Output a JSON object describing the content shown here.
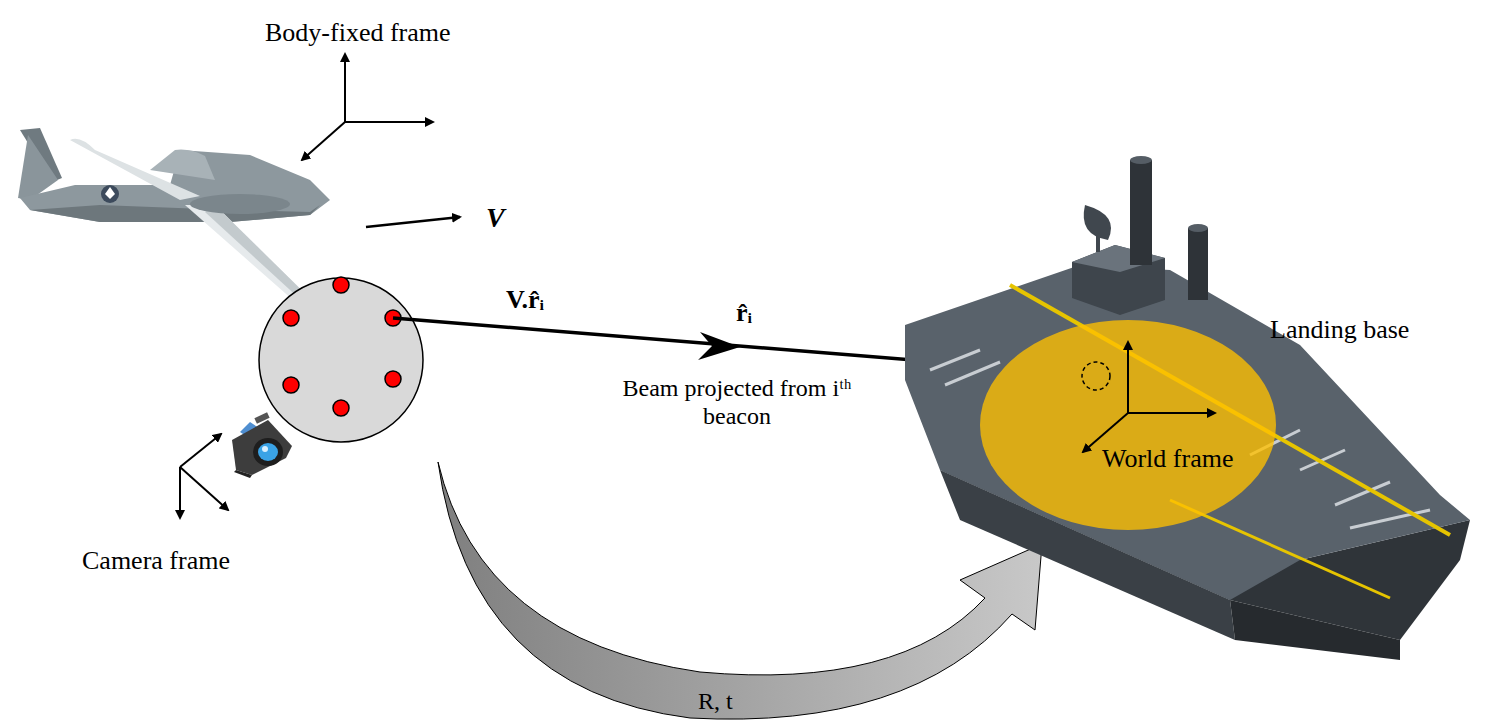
{
  "diagram": {
    "labels": [
      "Body-fixed frame",
      "V",
      "V.r̂ᵢ",
      "r̂ᵢ",
      "Beam projected from iᵗʰ beacon",
      "Landing base",
      "World frame",
      "Camera frame",
      "R, t"
    ]
  }
}
